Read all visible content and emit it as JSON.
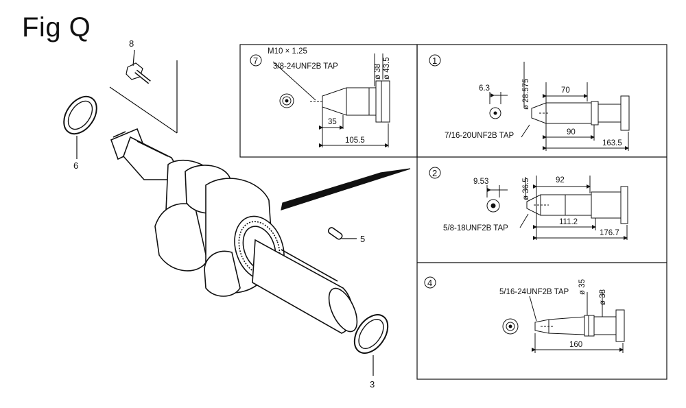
{
  "figure": {
    "title": "Fig Q",
    "parts": [
      {
        "id": "part-8",
        "number": "8"
      },
      {
        "id": "part-6",
        "number": "6"
      },
      {
        "id": "part-5",
        "number": "5"
      },
      {
        "id": "part-3",
        "number": "3"
      }
    ],
    "details": {
      "d7": {
        "index": "7",
        "thread": "M10 × 1.25",
        "tap": "3/8-24UNF2B TAP",
        "dia1": "ø 38",
        "dia2": "ø 43.5",
        "len1": "35",
        "len2": "105.5"
      },
      "d1": {
        "index": "1",
        "d_small": "6.3",
        "dia": "ø 28.575",
        "len_a": "70",
        "tap": "7/16-20UNF2B TAP",
        "len_b": "90",
        "len_c": "163.5"
      },
      "d2": {
        "index": "2",
        "d_small": "9.53",
        "dia": "ø 36.5",
        "len_a": "92",
        "tap": "5/8-18UNF2B TAP",
        "len_b": "111.2",
        "len_c": "176.7"
      },
      "d4": {
        "index": "4",
        "tap": "5/16-24UNF2B TAP",
        "dia1": "ø 35",
        "dia2": "ø 38",
        "len": "160"
      }
    }
  }
}
